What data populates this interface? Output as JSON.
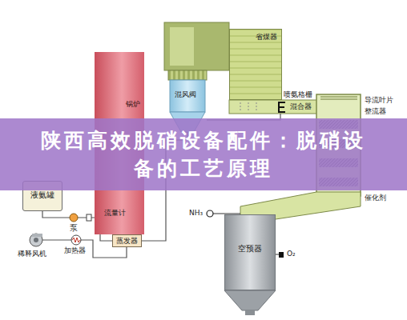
{
  "diagram": {
    "title": "陕西高效脱硝设备配件：脱硝设备的工艺原理",
    "nodes": [
      {
        "text": [
          "锅炉"
        ]
      },
      {
        "text": [
          "省煤器"
        ]
      },
      {
        "text": [
          "空预器"
        ]
      },
      {
        "text": [
          "液氨罐"
        ]
      },
      {
        "text": [
          "蒸发器"
        ]
      }
    ],
    "edges": [
      {
        "from": 3,
        "to": 4,
        "arrow": "none"
      }
    ],
    "labels": [
      "混风阀",
      "喷氨格栅",
      "混合器",
      "导流叶片",
      "整流器",
      "催化剂",
      "NH₃",
      "O₂",
      "泵",
      "流量计",
      "稀释风机",
      "加热器"
    ]
  }
}
